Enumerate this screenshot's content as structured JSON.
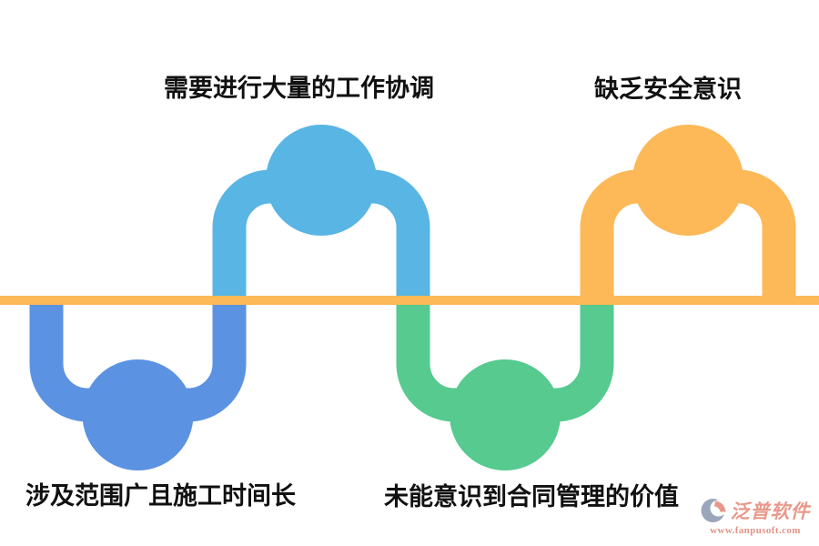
{
  "labels": {
    "top_left": "需要进行大量的工作协调",
    "top_right": "缺乏安全意识",
    "bottom_left": "涉及范围广且施工时间长",
    "bottom_right": "未能意识到合同管理的价值"
  },
  "colors": {
    "royal_blue": "#5C92E2",
    "sky_blue": "#58B5E4",
    "green": "#56CA8F",
    "orange": "#FDB857",
    "text": "#111111",
    "logo_salmon": "#E8998B",
    "logo_gray": "#9AA6BA",
    "background": "#FFFFFF"
  },
  "logo": {
    "title": "泛普软件",
    "url": "www.fanpusoft.com"
  }
}
